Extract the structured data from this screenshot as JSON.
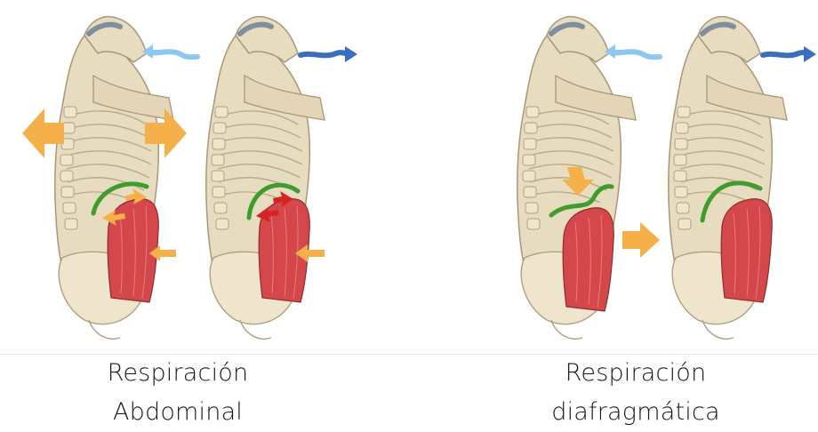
{
  "captions": {
    "left": {
      "line1": "Respiración",
      "line2": "Abdominal"
    },
    "right": {
      "line1": "Respiración",
      "line2": "diafragmática"
    }
  },
  "colors": {
    "body": "#e8dcc0",
    "outline": "#a89878",
    "muscle": "#d4484c",
    "diaphragm": "#3f9d2f",
    "expansion_arrow": "#f5b04a",
    "contraction_arrow": "#d42424",
    "air_in": "#8ec8f0",
    "air_out": "#3a6fbf"
  },
  "icons": [
    "expansion-arrow-icon",
    "inhale-air-arrow-icon",
    "exhale-air-arrow-icon",
    "muscle-contraction-arrow-icon"
  ]
}
